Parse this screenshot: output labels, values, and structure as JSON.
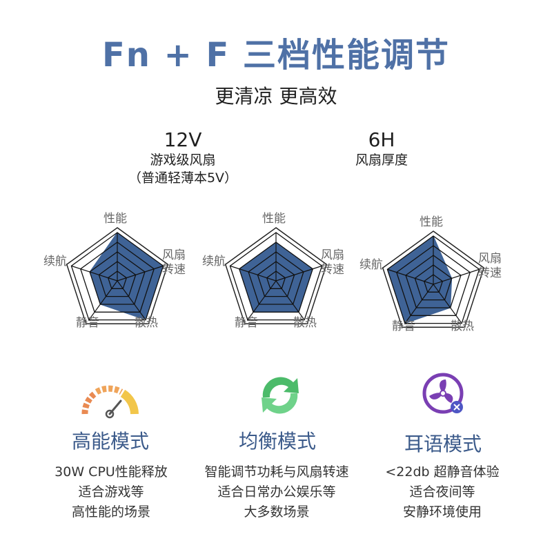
{
  "header": {
    "title": "Fn + F 三档性能调节",
    "subtitle": "更清凉 更高效"
  },
  "specs": [
    {
      "value": "12V",
      "label_line1": "游戏级风扇",
      "label_line2": "（普通轻薄本5V）"
    },
    {
      "value": "6H",
      "label_line1": "风扇厚度"
    }
  ],
  "radar_labels": {
    "performance": "性能",
    "fan_speed_line1": "风扇",
    "fan_speed_line2": "转速",
    "cooling": "散热",
    "silence": "静音",
    "battery": "续航"
  },
  "radar_levels": {
    "axes": [
      "性能",
      "风扇转速",
      "散热",
      "静音",
      "续航"
    ],
    "max": 5,
    "high_performance": [
      5,
      5,
      5,
      3,
      3
    ],
    "balanced": [
      4,
      4,
      4,
      4,
      4
    ],
    "quiet": [
      5,
      2,
      3,
      5,
      5
    ]
  },
  "colors": {
    "title": "#4f71a6",
    "radar_fill": "#3f6396",
    "mode_title": "#3b5a8a"
  },
  "modes": [
    {
      "icon": "speedometer-icon",
      "title": "高能模式",
      "desc": [
        "30W CPU性能释放",
        "适合游戏等",
        "高性能的场景"
      ]
    },
    {
      "icon": "eco-cycle-icon",
      "title": "均衡模式",
      "desc": [
        "智能调节功耗与风扇转速",
        "适合日常办公娱乐等",
        "大多数场景"
      ]
    },
    {
      "icon": "quiet-fan-icon",
      "title": "耳语模式",
      "desc": [
        "<22db 超静音体验",
        "适合夜间等",
        "安静环境使用"
      ]
    }
  ]
}
